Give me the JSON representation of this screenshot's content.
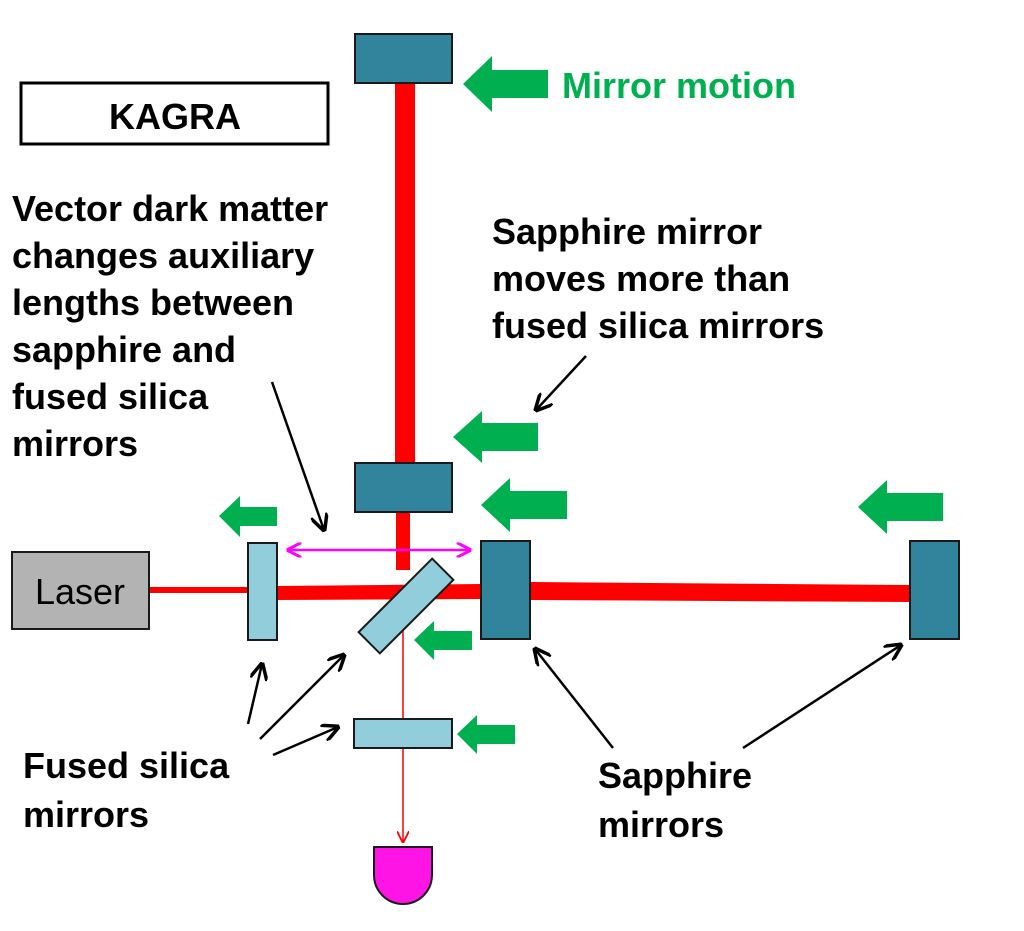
{
  "title_box": {
    "label": "KAGRA"
  },
  "legend": {
    "label": "Mirror motion",
    "color": "#00B050"
  },
  "laser": {
    "label": "Laser",
    "fill": "#B3B3B3"
  },
  "colors": {
    "beam": "#FF0000",
    "sapphire_mirror": "#31849B",
    "fused_silica_mirror": "#92CDDC",
    "motion_arrow": "#00B050",
    "auxiliary_length": "#FF00FF",
    "photodetector": "#FF14E6",
    "annotation_arrow": "#000000"
  },
  "annotations": {
    "vector_dm": [
      "Vector dark matter",
      "changes auxiliary",
      "lengths between",
      "sapphire and",
      "fused silica",
      "mirrors"
    ],
    "sapphire_moves": [
      "Sapphire mirror",
      "moves more than",
      "fused silica mirrors"
    ],
    "fused_silica": [
      "Fused silica",
      "mirrors"
    ],
    "sapphire": [
      "Sapphire",
      "mirrors"
    ]
  },
  "components": {
    "sapphire_mirrors": [
      "y-end mirror",
      "y-input mirror",
      "x-input mirror",
      "x-end mirror"
    ],
    "fused_silica_mirrors": [
      "power recycling mirror",
      "beam splitter",
      "signal recycling mirror"
    ],
    "detector": "photodetector"
  }
}
